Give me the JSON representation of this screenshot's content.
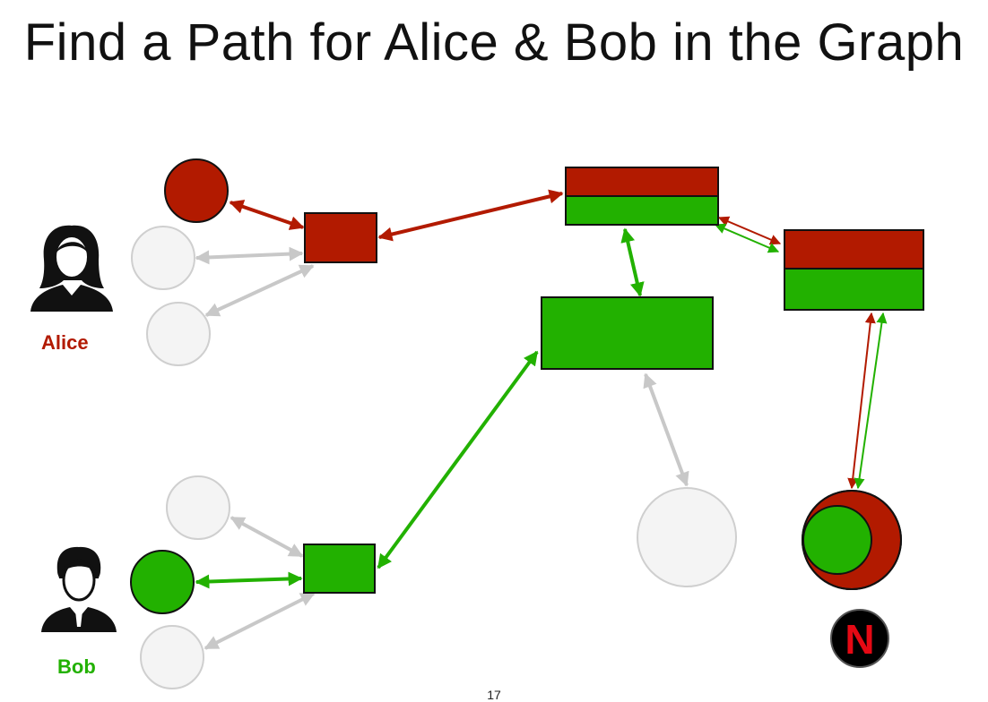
{
  "title": "Find a Path for Alice & Bob in the Graph",
  "people": {
    "alice": {
      "label": "Alice"
    },
    "bob": {
      "label": "Bob"
    }
  },
  "page_number": "17",
  "logo": {
    "text": "N"
  },
  "colors": {
    "alice": "#b21a00",
    "bob": "#22b100",
    "inactive_fill": "#f4f4f4",
    "inactive_stroke": "#cccccc",
    "inactive_edge": "#c8c8c8"
  }
}
